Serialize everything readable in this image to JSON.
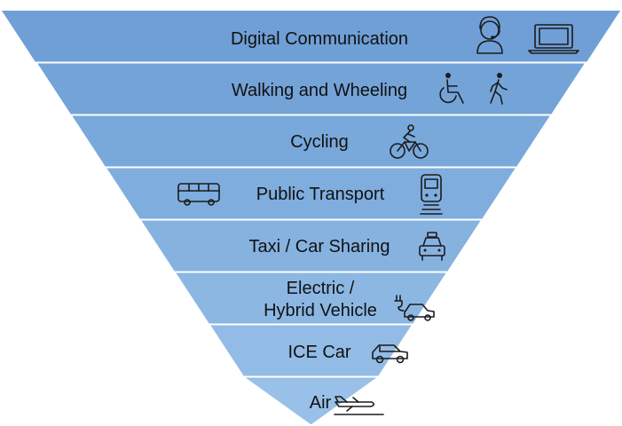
{
  "pyramid": {
    "levels": [
      {
        "label": "Digital Communication",
        "icons": [
          "headset-person-icon",
          "laptop-icon"
        ],
        "color": "#6f9fd6"
      },
      {
        "label": "Walking and Wheeling",
        "icons": [
          "wheelchair-icon",
          "walking-person-icon"
        ],
        "color": "#74a3d8"
      },
      {
        "label": "Cycling",
        "icons": [
          "bicycle-icon"
        ],
        "color": "#79a8da"
      },
      {
        "label": "Public Transport",
        "icons": [
          "bus-icon",
          "train-icon"
        ],
        "color": "#7fadde"
      },
      {
        "label": "Taxi / Car Sharing",
        "icons": [
          "taxi-icon"
        ],
        "color": "#86b2e0"
      },
      {
        "label_line1": "Electric /",
        "label_line2": "Hybrid Vehicle",
        "icons": [
          "electric-car-icon"
        ],
        "color": "#8cb7e3"
      },
      {
        "label": "ICE Car",
        "icons": [
          "car-icon"
        ],
        "color": "#92bbe5"
      },
      {
        "label": "Air",
        "icons": [
          "airplane-icon"
        ],
        "color": "#98c0e8"
      }
    ]
  }
}
